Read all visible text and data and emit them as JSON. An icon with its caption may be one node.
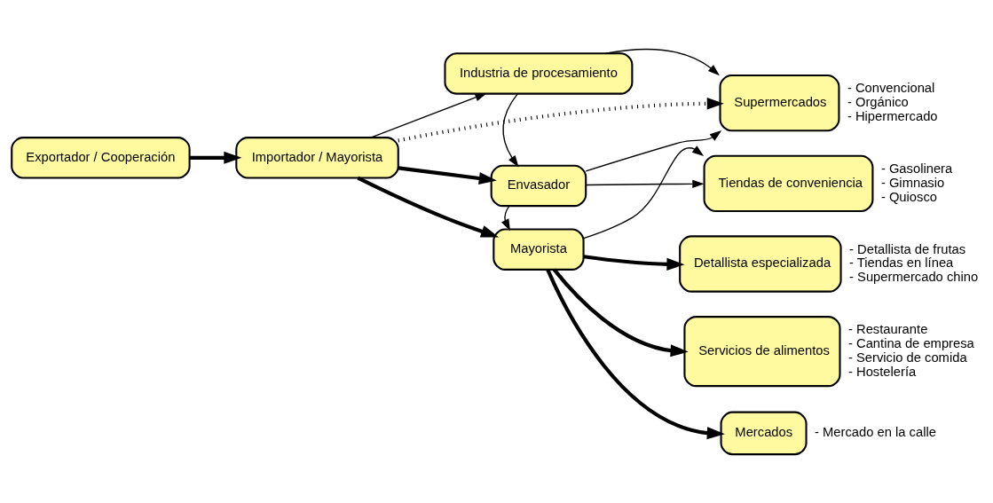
{
  "diagram": {
    "nodes": [
      {
        "text": [
          "Exportador / Cooperación"
        ]
      },
      {
        "text": [
          "Importador / Mayorista"
        ]
      },
      {
        "text": [
          "Industria de procesamiento"
        ]
      },
      {
        "text": [
          "Envasador"
        ]
      },
      {
        "text": [
          "Mayorista"
        ]
      },
      {
        "text": [
          "Supermercados"
        ],
        "beside": [
          "- Convencional",
          "- Orgánico",
          "- Hipermercado"
        ]
      },
      {
        "text": [
          "Tiendas de conveniencia"
        ],
        "beside": [
          "- Gasolinera",
          "- Gimnasio",
          "- Quiosco"
        ]
      },
      {
        "text": [
          "Detallista especializada"
        ],
        "beside": [
          "- Detallista de frutas",
          "- Tiendas en línea",
          "- Supermercado chino"
        ]
      },
      {
        "text": [
          "Servicios de alimentos"
        ],
        "beside": [
          "- Restaurante",
          "- Cantina de empresa",
          "- Servicio de comida",
          "- Hostelería"
        ]
      },
      {
        "text": [
          "Mercados"
        ],
        "beside": [
          "- Mercado en la calle"
        ]
      }
    ],
    "edges": [
      {
        "from": 0,
        "to": 1,
        "arrow": "to",
        "style": "thick"
      },
      {
        "from": 1,
        "to": 3,
        "arrow": "to",
        "style": "thick"
      },
      {
        "from": 1,
        "to": 4,
        "arrow": "to",
        "style": "thick"
      },
      {
        "from": 1,
        "to": 5,
        "arrow": "to",
        "style": "dashed"
      },
      {
        "from": 1,
        "to": 2,
        "arrow": "to"
      },
      {
        "from": 2,
        "to": 3,
        "arrow": "to"
      },
      {
        "from": 3,
        "to": 4,
        "arrow": "to"
      },
      {
        "from": 2,
        "to": 5,
        "arrow": "to"
      },
      {
        "from": 3,
        "to": 5,
        "arrow": "to"
      },
      {
        "from": 3,
        "to": 6,
        "arrow": "to"
      },
      {
        "from": 4,
        "to": 6,
        "arrow": "to"
      },
      {
        "from": 4,
        "to": 7,
        "arrow": "to",
        "style": "thick"
      },
      {
        "from": 4,
        "to": 8,
        "arrow": "to",
        "style": "thick"
      },
      {
        "from": 4,
        "to": 9,
        "arrow": "to",
        "style": "thick"
      }
    ]
  }
}
